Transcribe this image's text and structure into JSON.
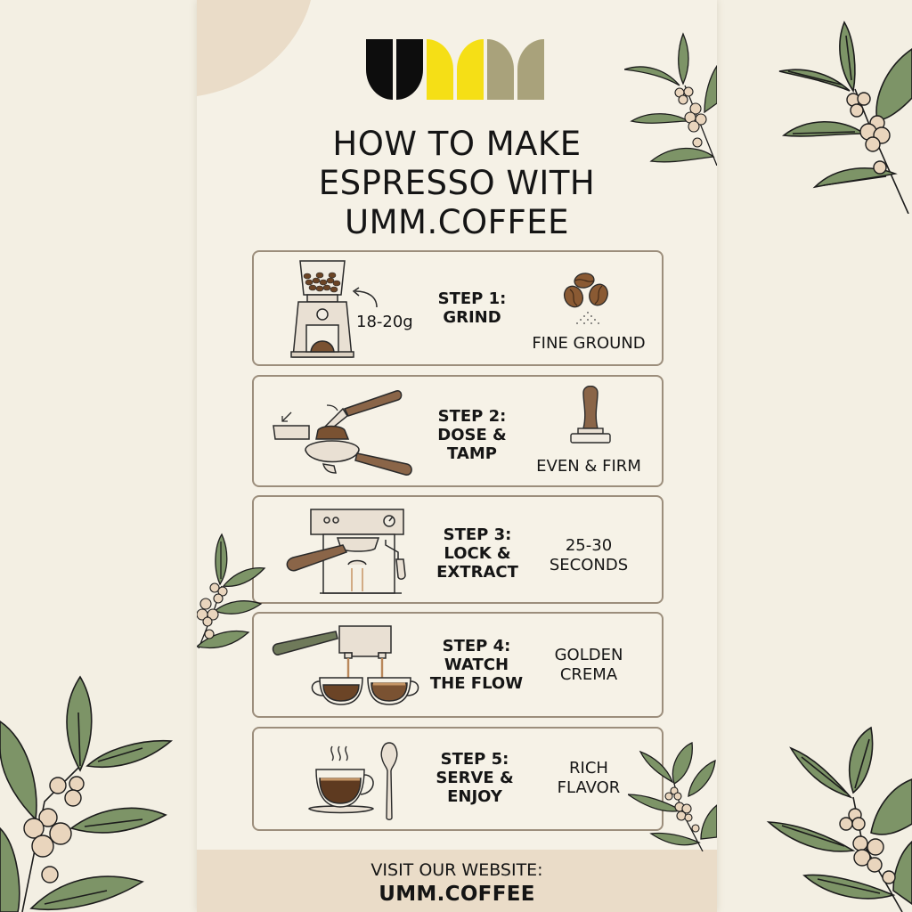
{
  "brand": {
    "logo_letters": [
      "U",
      "M",
      "M"
    ],
    "logo_colors": [
      "#0d0d0d",
      "#f5df16",
      "#a9a27b"
    ]
  },
  "title": {
    "line1": "HOW TO MAKE",
    "line2": "ESPRESSO WITH",
    "line3": "UMM.COFFEE"
  },
  "steps": [
    {
      "label_line1": "STEP 1:",
      "label_line2": "GRIND",
      "amount": "18-20g",
      "note_line1": "FINE GROUND",
      "icons": [
        "coffee-grinder-icon",
        "coffee-beans-icon"
      ]
    },
    {
      "label_line1": "STEP 2:",
      "label_line2": "DOSE &",
      "label_line3": "TAMP",
      "note_line1": "EVEN & FIRM",
      "icons": [
        "portafilter-icon",
        "tamper-icon"
      ]
    },
    {
      "label_line1": "STEP 3:",
      "label_line2": "LOCK &",
      "label_line3": "EXTRACT",
      "note_line1": "25-30",
      "note_line2": "SECONDS",
      "icons": [
        "espresso-machine-icon"
      ]
    },
    {
      "label_line1": "STEP 4:",
      "label_line2": "WATCH",
      "label_line3": "THE FLOW",
      "note_line1": "GOLDEN",
      "note_line2": "CREMA",
      "icons": [
        "espresso-pour-icon"
      ]
    },
    {
      "label_line1": "STEP 5:",
      "label_line2": "SERVE &",
      "label_line3": "ENJOY",
      "note_line1": "RICH",
      "note_line2": "FLAVOR",
      "icons": [
        "coffee-cup-icon",
        "spoon-icon"
      ]
    }
  ],
  "footer": {
    "visit_label": "VISIT OUR WEBSITE:",
    "website": "UMM.COFFEE"
  },
  "colors": {
    "background": "#f3efe3",
    "poster": "#f5f1e6",
    "footer": "#eadcc8",
    "card_border": "#9c8e7c",
    "leaf": "#7d9467",
    "berry": "#e9d5bd",
    "coffee_brown": "#7a5232",
    "wood": "#8a6548"
  }
}
